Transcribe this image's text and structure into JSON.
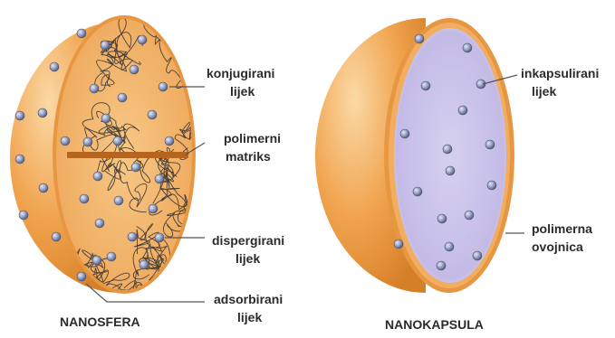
{
  "colors": {
    "shell_light": "#f6c27a",
    "shell_mid": "#f0a24c",
    "shell_dark": "#d9862d",
    "core_face": "#f3b66a",
    "strand_line": "#4a4036",
    "divider_band": "#b5651d",
    "capsule_interior": "#c9c2e8",
    "capsule_interior_edge": "#e9e5f7",
    "drug_particle": "#8c95b8",
    "drug_particle_rim": "#4b5472",
    "leader_line": "#555555"
  },
  "nanosfera": {
    "title": "NANOSFERA",
    "labels": {
      "konjugirani_line1": "konjugirani",
      "konjugirani_line2": "lijek",
      "polimerni_line1": "polimerni",
      "polimerni_line2": "matriks",
      "dispergirani_line1": "dispergirani",
      "dispergirani_line2": "lijek",
      "adsorbirani_line1": "adsorbirani",
      "adsorbirani_line2": "lijek"
    }
  },
  "nanokapsula": {
    "title": "NANOKAPSULA",
    "labels": {
      "inkapsulirani_line1": "inkapsulirani",
      "inkapsulirani_line2": "lijek",
      "polimerna_line1": "polimerna",
      "polimerna_line2": "ovojnica"
    }
  }
}
